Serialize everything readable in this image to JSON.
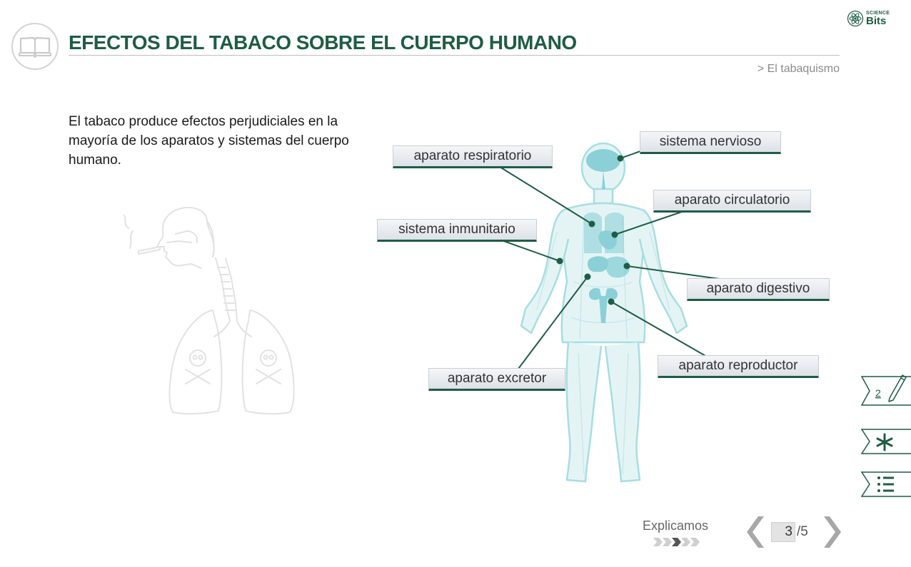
{
  "header": {
    "title": "EFECTOS DEL TABACO SOBRE EL CUERPO HUMANO",
    "breadcrumb": "> El tabaquismo"
  },
  "logo": {
    "line1": "SCIENCE",
    "line2": "Bits"
  },
  "intro_text": "El tabaco produce efectos perjudiciales en la mayoría de los aparatos y sistemas del cuerpo humano.",
  "labels": {
    "nervous": "sistema nervioso",
    "respiratory": "aparato respiratorio",
    "circulatory": "aparato circulatorio",
    "immune": "sistema inmunitario",
    "digestive": "aparato digestivo",
    "reproductive": "aparato reproductor",
    "excretory": "aparato excretor"
  },
  "side_tabs": {
    "notes_count": "2",
    "notes_icon": "pencil-icon",
    "key_icon": "asterisk-icon",
    "index_icon": "list-icon"
  },
  "footer": {
    "section": "Explicamos",
    "progress_current": 3,
    "progress_total": 5,
    "page_current": "3",
    "page_total": "/5"
  },
  "colors": {
    "accent": "#1f5c45",
    "organ": "#7ccad2",
    "body_outline": "#a8dde2"
  }
}
